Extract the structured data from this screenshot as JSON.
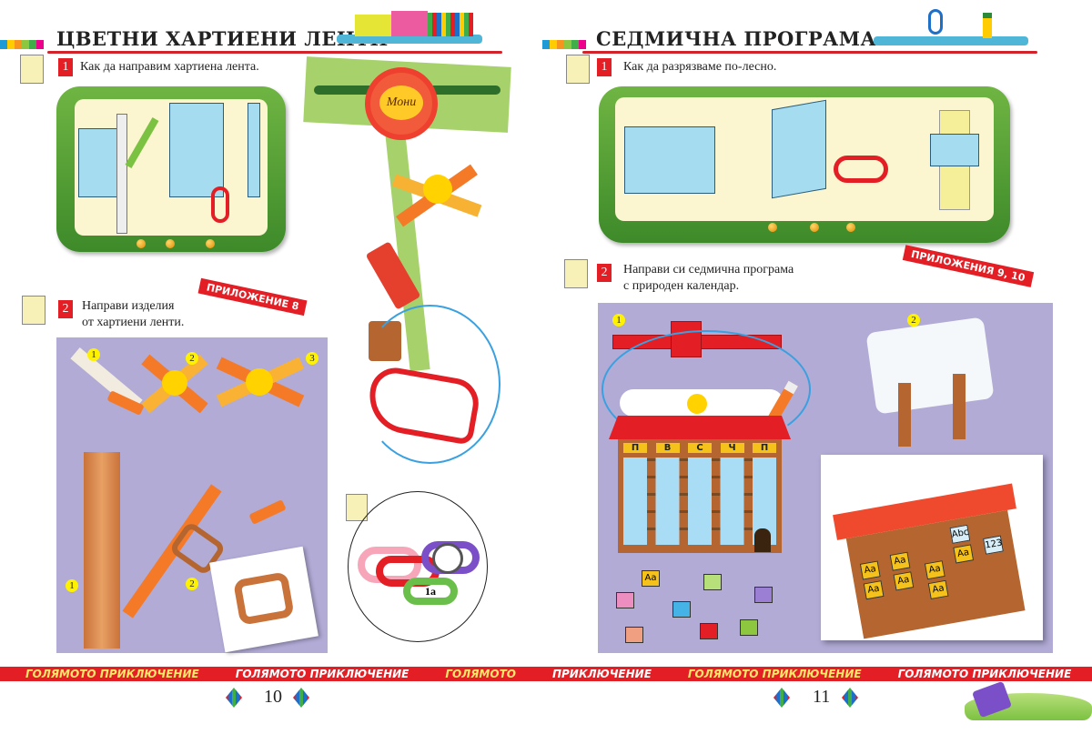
{
  "left_page": {
    "title": "ЦВЕТНИ ХАРТИЕНИ ЛЕНТИ",
    "step1": {
      "number": "1",
      "text": "Как да направим хартиена лента."
    },
    "step2": {
      "number": "2",
      "line1": "Направи изделия",
      "line2": "от хартиени ленти.",
      "tag": "ПРИЛОЖЕНИЕ 8"
    },
    "markers": [
      "1",
      "2",
      "3",
      "1",
      "2"
    ],
    "flower_label": "Мони",
    "watch_label": "1а",
    "page_number": "10"
  },
  "right_page": {
    "title": "СЕДМИЧНА ПРОГРАМА",
    "step1": {
      "number": "1",
      "text": "Как да разрязваме по-лесно."
    },
    "step2": {
      "number": "2",
      "line1": "Направи си седмична програма",
      "line2": "с природен календар.",
      "tag": "ПРИЛОЖЕНИЯ 9, 10"
    },
    "markers": [
      "1",
      "2"
    ],
    "days": [
      "П",
      "В",
      "С",
      "Ч",
      "П"
    ],
    "tiles": [
      "Aa",
      "Aa",
      "Aa",
      "Aa",
      "Aa",
      "Aa",
      "Abc",
      "Aa",
      "123"
    ],
    "card_label": "Aa",
    "page_number": "11"
  },
  "footer": {
    "ribbon": [
      "ГОЛЯМОТО ПРИКЛЮЧЕНИЕ",
      "ГОЛЯМОТО ПРИКЛЮЧЕНИЕ",
      "ГОЛЯМОТО",
      "ПРИКЛЮЧЕНИЕ",
      "ГОЛЯМОТО ПРИКЛЮЧЕНИЕ",
      "ГОЛЯМОТО ПРИКЛЮЧЕНИЕ"
    ]
  },
  "colors": {
    "accent_red": "#e31e24",
    "board_green": "#4f9e33",
    "panel_lavender": "#b1abd6",
    "stripes": [
      "#1e9ad6",
      "#ffcc00",
      "#f7941d",
      "#8dc63f",
      "#3fae49",
      "#ec008c"
    ]
  }
}
